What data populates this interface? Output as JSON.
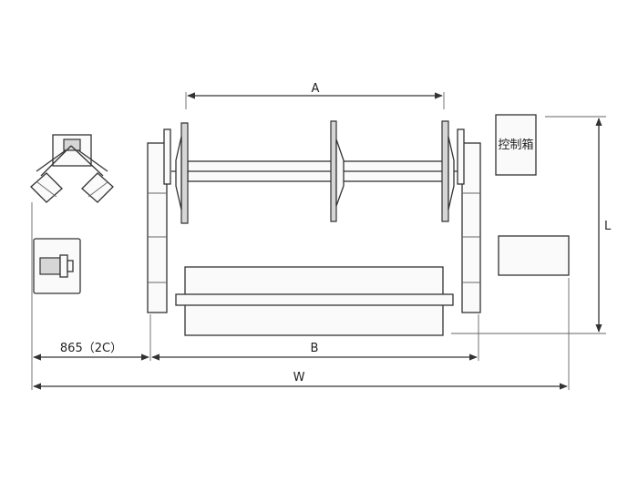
{
  "labels": {
    "dim_a": "A",
    "dim_b": "B",
    "dim_w": "W",
    "dim_l": "L",
    "dim_865": "865（2C）",
    "control_box": "控制箱"
  }
}
